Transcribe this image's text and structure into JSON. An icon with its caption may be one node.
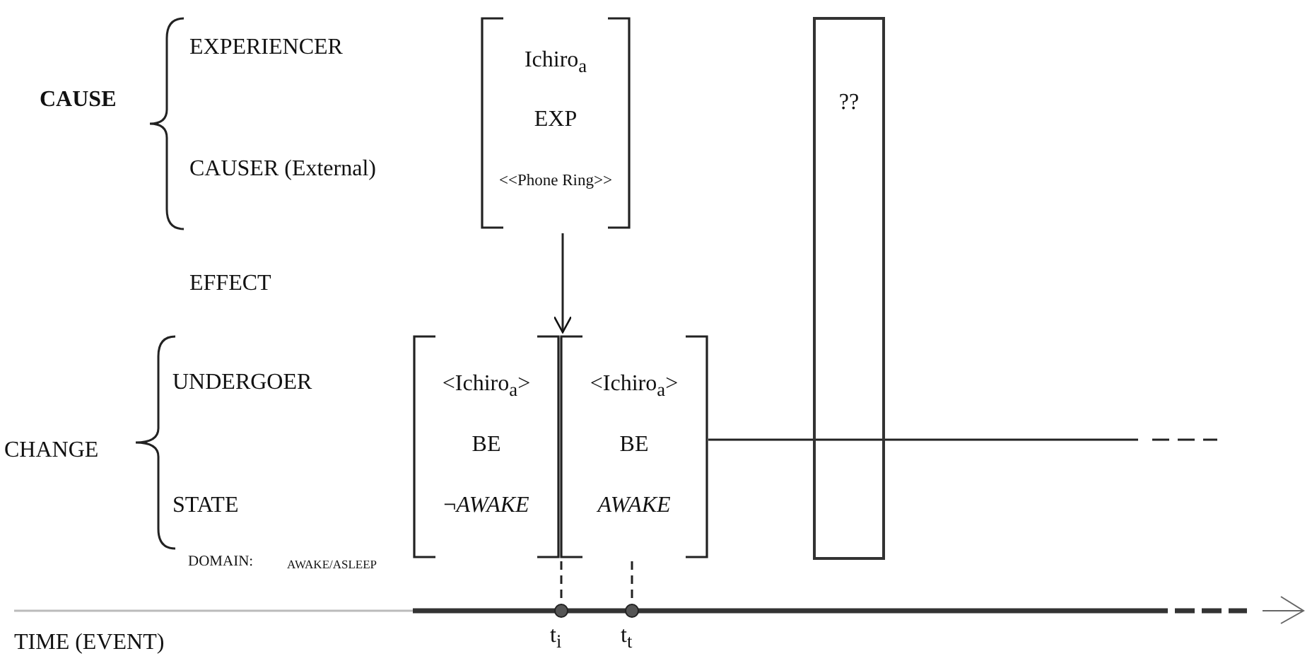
{
  "diagram": {
    "nodes": [
      {
        "text": [
          "Ichiro$_{a}$",
          "EXP",
          "<<Phone Ring>>"
        ]
      },
      {
        "text": [
          "<Ichiro$_{a}$>",
          "BE",
          "¬*AWAKE*"
        ]
      },
      {
        "text": [
          "<Ichiro$_{a}$>",
          "BE",
          "*AWAKE*"
        ]
      },
      {
        "text": [
          "??"
        ]
      },
      {
        "text": [],
        "shape": "circle",
        "beside": [
          "t$_{i}$"
        ]
      },
      {
        "text": [],
        "shape": "circle",
        "beside": [
          "t$_{t}$"
        ]
      }
    ],
    "edges": [
      {
        "from": 0,
        "to": 1,
        "arrow": "to"
      },
      {
        "from": 2,
        "to": null,
        "arrow": "none"
      },
      {
        "from": 1,
        "to": 4,
        "arrow": "none",
        "style": "dashed"
      },
      {
        "from": 2,
        "to": 5,
        "arrow": "none",
        "style": "dashed"
      }
    ],
    "labels": [
      "CAUSE",
      "EXPERIENCER",
      "CAUSER (External)",
      "EFFECT",
      "CHANGE",
      "UNDERGOER",
      "STATE",
      "DOMAIN:",
      "AWAKE/ASLEEP",
      "TIME (EVENT)"
    ]
  }
}
